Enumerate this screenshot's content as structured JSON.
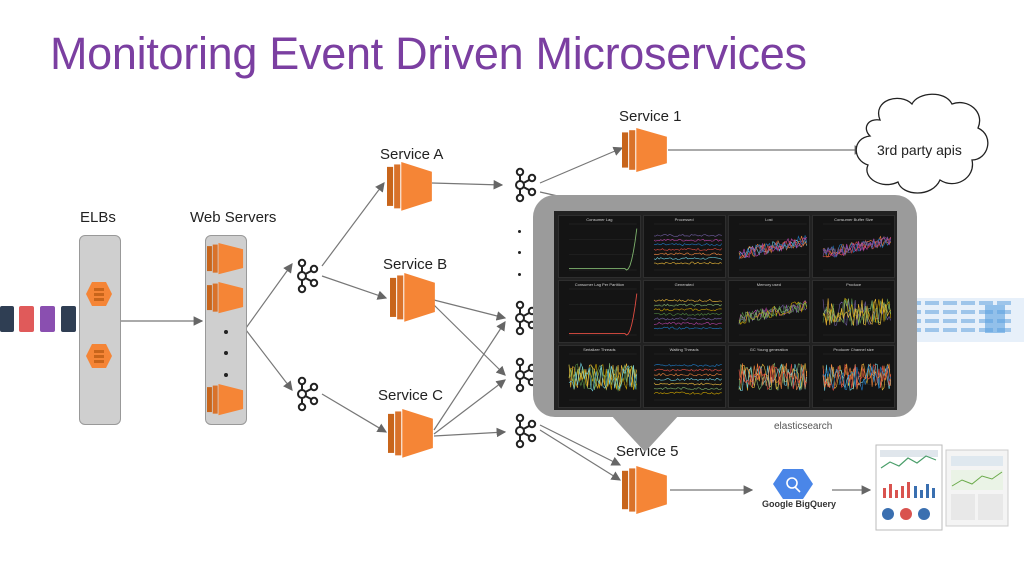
{
  "title": "Monitoring Event Driven Microservices",
  "labels": {
    "elbs": "ELBs",
    "web_servers": "Web Servers",
    "service_a": "Service A",
    "service_b": "Service B",
    "service_c": "Service C",
    "service_1": "Service 1",
    "service_5": "Service 5",
    "third_party": "3rd party apis",
    "elasticsearch": "elasticsearch",
    "bigquery": "Google BigQuery"
  },
  "colors": {
    "title": "#7b3fa1",
    "aws_orange": "#f58536",
    "aws_dark_orange": "#c8651b",
    "client_blue": "#2f3e53",
    "client_red": "#e05a5a",
    "client_purple": "#8a4fb0",
    "box_gray": "#cfcfcf",
    "dashboard_frame": "#9b9b9b"
  },
  "icons": [
    "aws-ec2-icon",
    "kafka-icon",
    "cloud-icon",
    "bigquery-icon",
    "client-icon",
    "dashboard-screenshot"
  ],
  "dashboard": {
    "panels": [
      "Consumer Lag",
      "Processed",
      "Lost",
      "Consumer Buffer Size",
      "Consumer Lag Per Partition",
      "Generated",
      "Memory used",
      "Produce",
      "Serializer Threads",
      "Waiting Threads",
      "GC Young generation",
      "Producer Channel size"
    ]
  }
}
